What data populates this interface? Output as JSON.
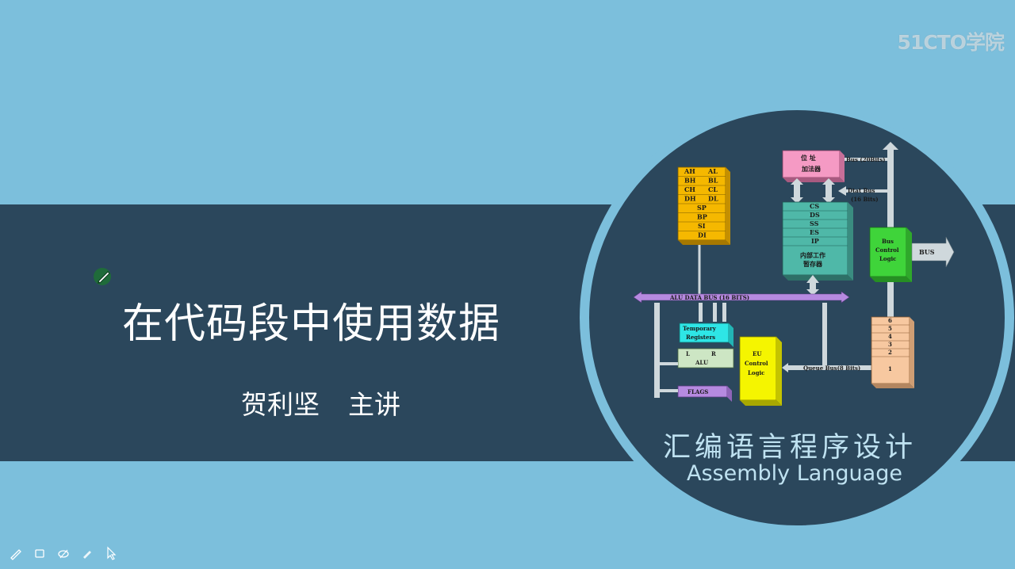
{
  "watermark": "51CTO学院",
  "title": "在代码段中使用数据",
  "presenter": {
    "name": "贺利坚",
    "role": "主讲"
  },
  "course": {
    "cn": "汇编语言程序设计",
    "en": "Assembly Language"
  },
  "diagram": {
    "regs_general": [
      "AH",
      "AL",
      "BH",
      "BL",
      "CH",
      "CL",
      "DH",
      "DL"
    ],
    "regs_pointer": [
      "SP",
      "BP",
      "SI",
      "DI"
    ],
    "adder": "位  址\n加法器",
    "adder_line1": "位  址",
    "adder_line2": "加法器",
    "bus20": "Bus (20Bits)",
    "data_bus": "Dtat Bus",
    "data_bus_bits": "(16 Bits)",
    "seg_regs": [
      "CS",
      "DS",
      "SS",
      "ES",
      "IP"
    ],
    "internal_reg_line1": "内部工作",
    "internal_reg_line2": "暂存器",
    "bcl": [
      "Bus",
      "Control",
      "Logic"
    ],
    "bus": "BUS",
    "alu_bus": "ALU DATA BUS (16 BITS)",
    "temp_regs": [
      "Temporary",
      "Registers"
    ],
    "alu_l": "L",
    "alu_r": "R",
    "alu": "ALU",
    "flags": "FLAGS",
    "eu": [
      "EU",
      "Control",
      "Logic"
    ],
    "queue_bus": "Queue  Bus(8 Bits)",
    "queue": [
      "6",
      "5",
      "4",
      "3",
      "2",
      "1"
    ]
  },
  "toolbar": [
    "pen-icon",
    "eraser-icon",
    "highlighter-icon",
    "marker-icon",
    "pointer-icon"
  ],
  "colors": {
    "background": "#7cbfdc",
    "band": "#2b475c",
    "registers": "#f5b800",
    "adder": "#f59ac4",
    "segments": "#4fb8a8",
    "bus_control": "#3fd43a",
    "alu_bus": "#b68ae0",
    "temp_regs": "#2ee6e6",
    "alu": "#cde6c4",
    "flags": "#b68ae0",
    "eu": "#f5f500",
    "queue": "#f7c8a0"
  }
}
